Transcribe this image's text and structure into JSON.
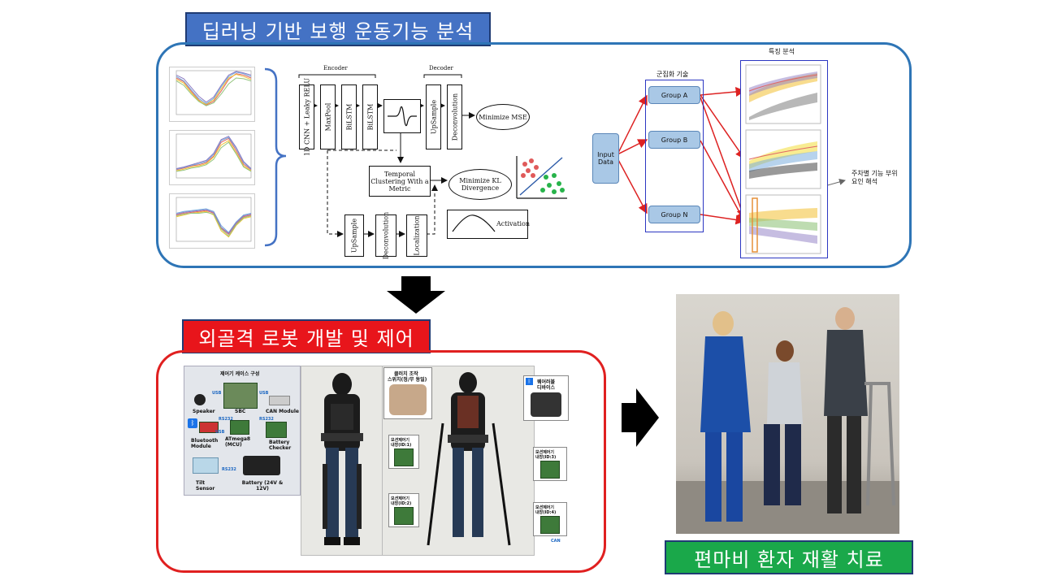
{
  "titles": {
    "top": "딥러닝 기반 보행 운동기능 분석",
    "mid": "외골격 로봇 개발 및 제어",
    "bottom": "편마비 환자 재활 치료"
  },
  "colors": {
    "top_title_bg": "#4472c4",
    "mid_title_bg": "#e8151b",
    "bottom_title_bg": "#1aa84a",
    "top_border": "#2e75b6",
    "mid_border": "#e02020",
    "group_bg": "#a9c8e6"
  },
  "network": {
    "encoder": "Encoder",
    "decoder": "Decoder",
    "layers": [
      "1D CNN + Leaky RELU",
      "MaxPool",
      "BiLSTM",
      "BiLSTM"
    ],
    "decoder_layers": [
      "UpSample",
      "Deconvolution"
    ],
    "minimize_mse": "Minimize MSE",
    "temporal_clustering": "Temporal Clustering With a Metric",
    "minimize_kl": "Minimize KL Divergence",
    "bottom_layers": [
      "UpSample",
      "Deconvolution",
      "Localization"
    ],
    "activation": "Activation"
  },
  "clustering": {
    "input": "Input Data",
    "title": "군집화 기술",
    "groups": [
      "Group A",
      "Group B",
      "Group N"
    ],
    "feature_title": "특징 분석",
    "note_line1": "주차별 기능 부위",
    "note_line2": "요인 해석"
  },
  "hardware": {
    "case_title": "제어기 케이스 구성",
    "components": [
      "Speaker",
      "SBC",
      "CAN Module",
      "Bluetooth Module",
      "ATmega8 (MCU)",
      "Battery Checker",
      "Tilt Sensor",
      "Battery (24V & 12V)"
    ],
    "buses": [
      "USB",
      "USB",
      "USB",
      "RS232",
      "RS232",
      "RS232"
    ],
    "clutch_line1": "클러치 조작",
    "clutch_line2": "스위치(정/무 동일)",
    "wearable_line1": "웨어러블",
    "wearable_line2": "디바이스",
    "motion_line1": "모션제어기",
    "motion_ids": [
      "내장(ID:1)",
      "내장(ID:2)",
      "내장(ID:3)",
      "내장(ID:4)"
    ],
    "can_label": "CAN"
  },
  "chart_data": [
    {
      "type": "line",
      "x": [
        0,
        10,
        20,
        30,
        40,
        50,
        60,
        70,
        80,
        90,
        100
      ],
      "xlim": [
        0,
        100
      ],
      "ylim": [
        -10,
        50
      ],
      "series": [
        {
          "values": [
            40,
            35,
            22,
            10,
            3,
            8,
            22,
            38,
            46,
            44,
            40
          ],
          "color": "#e06666"
        },
        {
          "values": [
            38,
            33,
            20,
            9,
            4,
            10,
            25,
            40,
            45,
            42,
            38
          ],
          "color": "#f1c232"
        },
        {
          "values": [
            42,
            36,
            24,
            12,
            5,
            12,
            28,
            42,
            48,
            46,
            42
          ],
          "color": "#6fa8dc"
        },
        {
          "values": [
            36,
            30,
            18,
            8,
            2,
            6,
            18,
            32,
            40,
            39,
            36
          ],
          "color": "#93c47d"
        },
        {
          "values": [
            44,
            39,
            27,
            15,
            7,
            14,
            30,
            44,
            49,
            47,
            44
          ],
          "color": "#8e7cc3"
        }
      ]
    },
    {
      "type": "line",
      "x": [
        0,
        10,
        20,
        30,
        40,
        50,
        60,
        70,
        80,
        90,
        100
      ],
      "xlim": [
        0,
        100
      ],
      "ylim": [
        -10,
        70
      ],
      "series": [
        {
          "values": [
            5,
            8,
            12,
            14,
            18,
            30,
            55,
            62,
            40,
            15,
            5
          ],
          "color": "#e06666"
        },
        {
          "values": [
            3,
            6,
            10,
            12,
            16,
            28,
            50,
            58,
            36,
            12,
            3
          ],
          "color": "#f1c232"
        },
        {
          "values": [
            6,
            9,
            13,
            16,
            20,
            33,
            58,
            64,
            44,
            18,
            6
          ],
          "color": "#6fa8dc"
        },
        {
          "values": [
            2,
            4,
            8,
            10,
            14,
            24,
            45,
            55,
            34,
            10,
            2
          ],
          "color": "#93c47d"
        },
        {
          "values": [
            7,
            10,
            14,
            18,
            22,
            35,
            60,
            66,
            46,
            20,
            7
          ],
          "color": "#8e7cc3"
        }
      ]
    },
    {
      "type": "line",
      "x": [
        0,
        10,
        20,
        30,
        40,
        50,
        60,
        70,
        80,
        90,
        100
      ],
      "xlim": [
        0,
        100
      ],
      "ylim": [
        -30,
        20
      ],
      "series": [
        {
          "values": [
            0,
            2,
            3,
            4,
            5,
            2,
            -15,
            -22,
            -10,
            -2,
            0
          ],
          "color": "#e06666"
        },
        {
          "values": [
            -2,
            0,
            2,
            3,
            4,
            0,
            -18,
            -25,
            -12,
            -4,
            -2
          ],
          "color": "#f1c232"
        },
        {
          "values": [
            2,
            4,
            5,
            6,
            7,
            4,
            -12,
            -20,
            -8,
            0,
            2
          ],
          "color": "#6fa8dc"
        },
        {
          "values": [
            -1,
            1,
            2,
            2,
            3,
            1,
            -16,
            -24,
            -11,
            -3,
            -1
          ],
          "color": "#93c47d"
        },
        {
          "values": [
            1,
            3,
            4,
            5,
            6,
            3,
            -14,
            -21,
            -9,
            -1,
            1
          ],
          "color": "#8e7cc3"
        }
      ]
    }
  ]
}
